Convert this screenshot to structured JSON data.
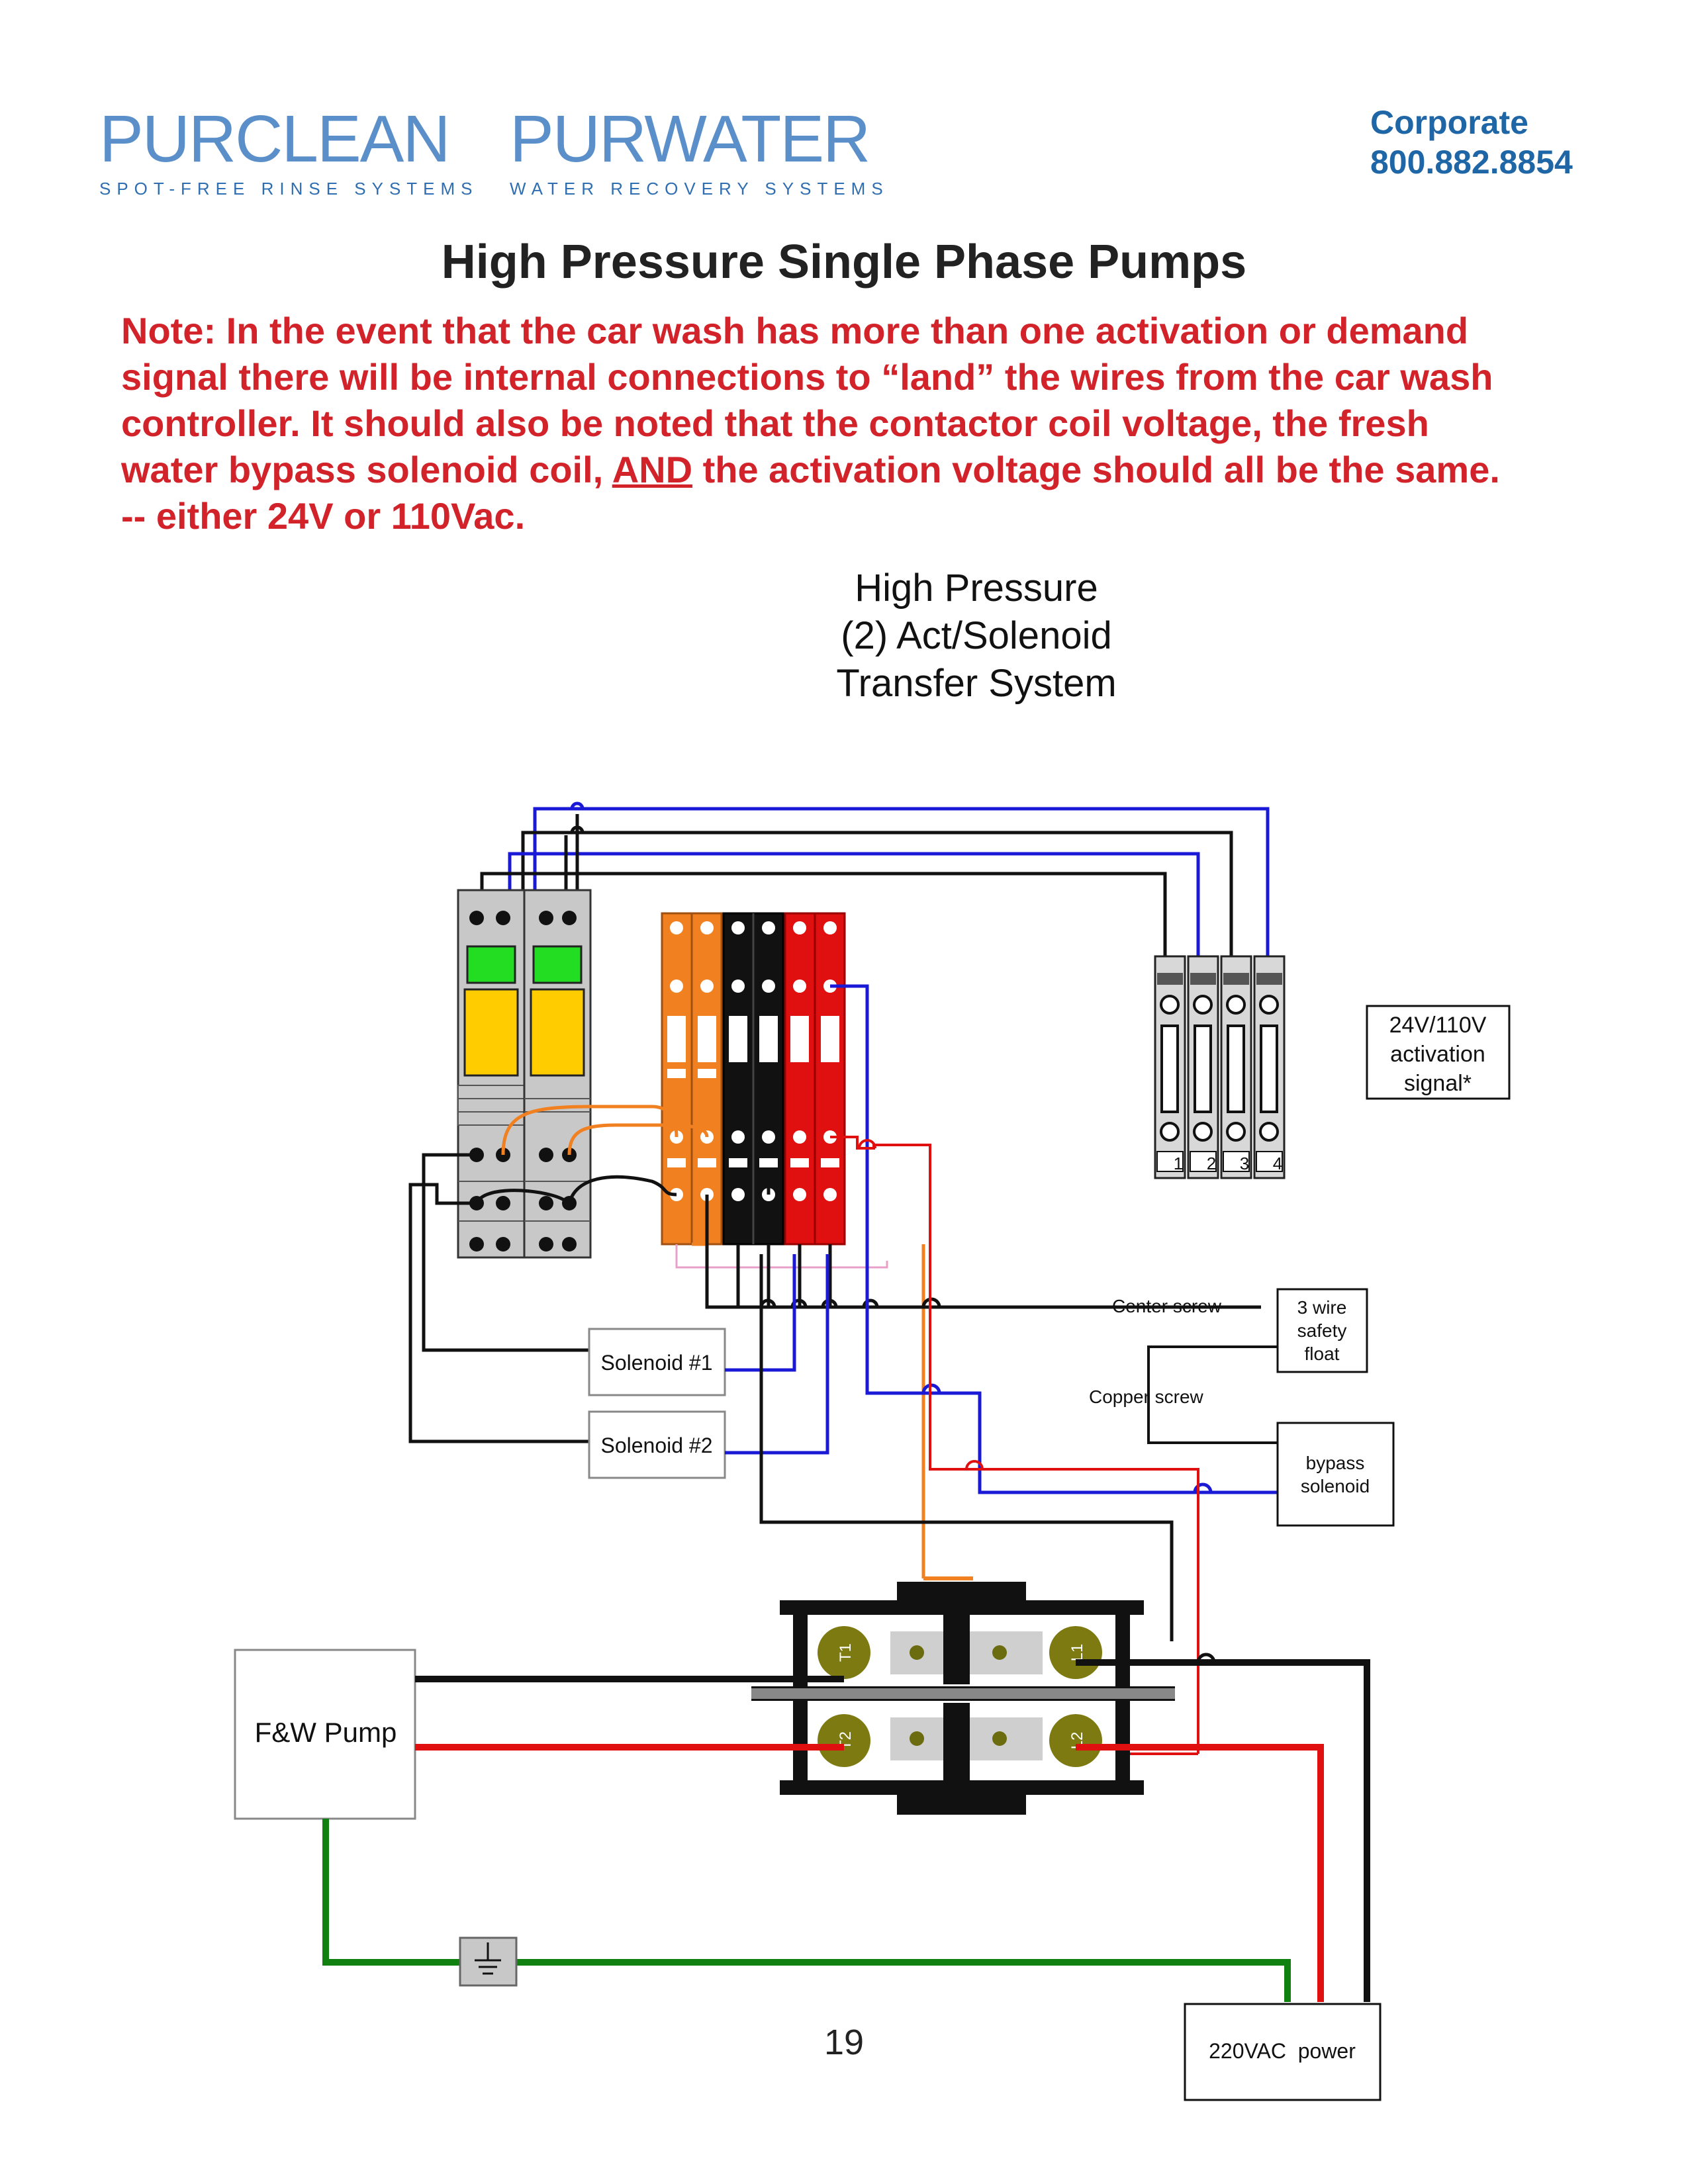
{
  "header": {
    "logo_left": {
      "word": "PURCLEAN",
      "tagline": "SPOT-FREE RINSE SYSTEMS"
    },
    "logo_right": {
      "word": "PURWATER",
      "tagline": "WATER RECOVERY SYSTEMS"
    },
    "contact": {
      "label": "Corporate",
      "phone": "800.882.8854"
    }
  },
  "page_title": "High Pressure Single Phase Pumps",
  "note": {
    "line1": "Note: In the event that the car wash has more than one activation or demand",
    "line2": "signal there will be internal connections to “land” the wires from the car wash",
    "line3": "controller. It should also be noted that the contactor coil voltage, the fresh",
    "line4_pre": "water bypass solenoid coil, ",
    "line4_emph": "AND",
    "line4_post": " the activation voltage should all be the same.",
    "line5": "-- either 24V or 110Vac."
  },
  "system_title": {
    "line1": "High Pressure",
    "line2": "(2) Act/Solenoid",
    "line3": "Transfer System"
  },
  "diagram": {
    "activation_box": {
      "line1": "24V/110V",
      "line2": "activation",
      "line3": "signal*"
    },
    "terminal_numbers": [
      "1",
      "2",
      "3",
      "4"
    ],
    "solenoid1": "Solenoid #1",
    "solenoid2": "Solenoid #2",
    "center_screw": "Center screw",
    "copper_screw": "Copper screw",
    "float_box": {
      "line1": "3 wire",
      "line2": "safety",
      "line3": "float"
    },
    "bypass_box": {
      "line1": "bypass",
      "line2": "solenoid"
    },
    "pump_label": "F&W Pump",
    "power_label": "220VAC  power",
    "contactor_terminals": [
      "T1",
      "L1",
      "T2",
      "L2"
    ],
    "wire_colors": {
      "black": "#111111",
      "blue": "#1a1ad6",
      "red": "#e01010",
      "orange": "#f08020",
      "green": "#108010",
      "pink": "#e8a0c8"
    }
  },
  "page_number": "19"
}
